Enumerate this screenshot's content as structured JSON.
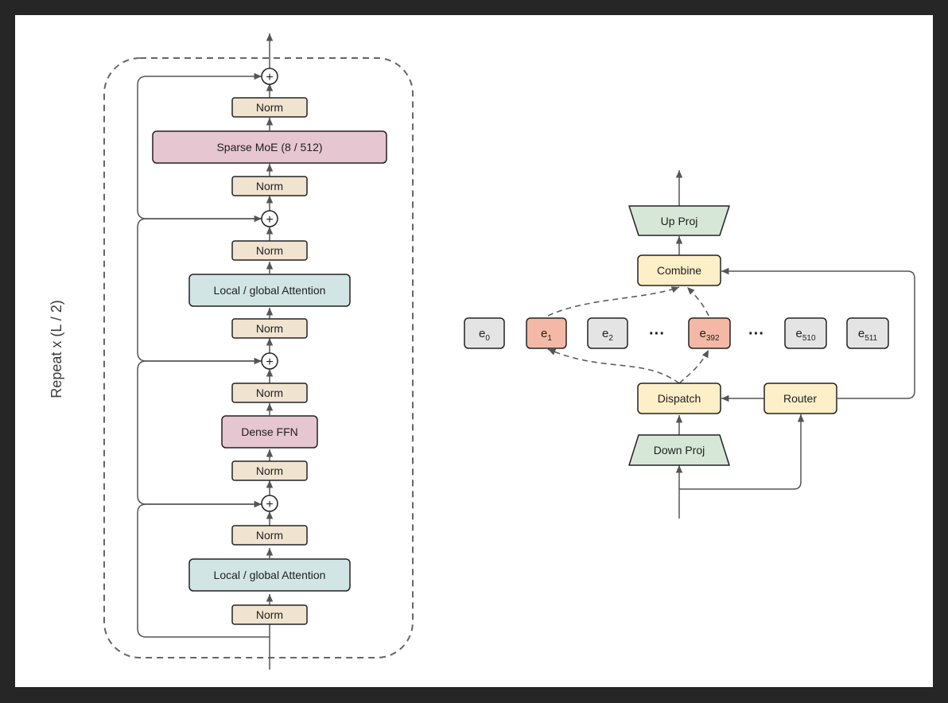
{
  "transformer_block": {
    "repeat_label": "Repeat x (L / 2)",
    "layers": {
      "norm_label": "Norm",
      "attention_label": "Local / global Attention",
      "dense_ffn_label": "Dense FFN",
      "sparse_moe_label": "Sparse MoE (8 / 512)"
    },
    "residual_add_symbol": "+"
  },
  "moe_layer": {
    "up_proj_label": "Up Proj",
    "combine_label": "Combine",
    "dispatch_label": "Dispatch",
    "router_label": "Router",
    "down_proj_label": "Down Proj",
    "ellipsis": "···",
    "experts": [
      {
        "base": "e",
        "sub": "0",
        "selected": false
      },
      {
        "base": "e",
        "sub": "1",
        "selected": true
      },
      {
        "base": "e",
        "sub": "2",
        "selected": false
      },
      {
        "base": "e",
        "sub": "392",
        "selected": true
      },
      {
        "base": "e",
        "sub": "510",
        "selected": false
      },
      {
        "base": "e",
        "sub": "511",
        "selected": false
      }
    ]
  },
  "colors": {
    "norm": "#f0e3d0",
    "attention": "#d2e5e5",
    "ffn": "#e6c6d1",
    "projection": "#d7e7d7",
    "combine_dispatch": "#fdefc8",
    "expert_idle": "#e4e4e4",
    "expert_active": "#f3b9a6",
    "stroke": "#222222",
    "line": "#555555"
  }
}
